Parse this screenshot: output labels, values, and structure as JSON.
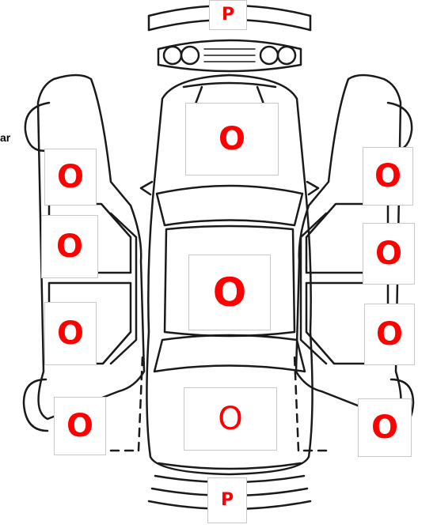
{
  "labels": {
    "front_bumper": "P",
    "rear_bumper": "P",
    "hood": "O",
    "roof": "O",
    "trunk": "O",
    "left_front_fender": "O",
    "left_front_door": "O",
    "left_rear_door": "O",
    "left_rear_quarter": "O",
    "right_front_fender": "O",
    "right_front_door": "O",
    "right_rear_door": "O",
    "right_rear_quarter": "O"
  },
  "side_text": "ar",
  "colors": {
    "label": "#ff0000",
    "outline": "#1a1a1a"
  }
}
